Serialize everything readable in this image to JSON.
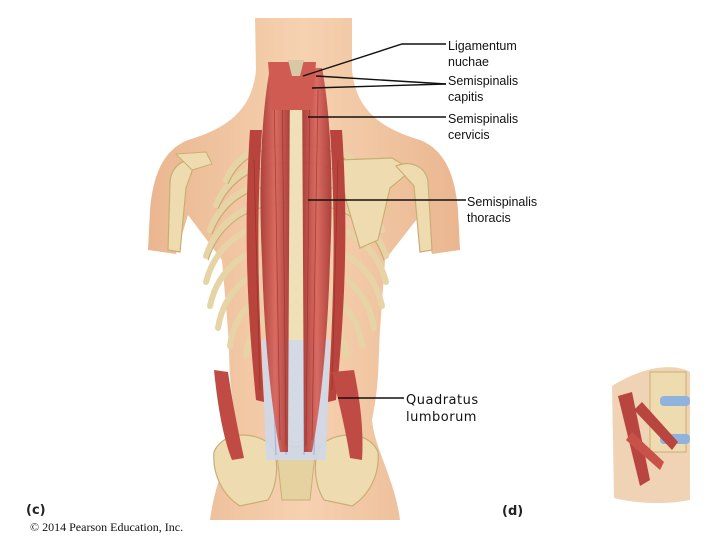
{
  "labels": {
    "ligamentum_nuchae": "Ligamentum\nnuchae",
    "semispinalis_capitis": "Semispinalis\ncapitis",
    "semispinalis_cervicis": "Semispinalis\ncervicis",
    "semispinalis_thoracis": "Semispinalis\nthoracis",
    "quadratus_lumborum": "Quadratus\nlumborum"
  },
  "panels": {
    "c": "(c)",
    "d": "(d)"
  },
  "copyright": "© 2014 Pearson Education, Inc.",
  "colors": {
    "skin": "#f2c9a4",
    "skin_shade": "#e7b48c",
    "bone": "#efe0b8",
    "bone_shade": "#d9c48f",
    "muscle": "#c8514a",
    "muscle_dark": "#9e3430",
    "tendon": "#c9d3e6",
    "disc": "#8fb3dc"
  }
}
